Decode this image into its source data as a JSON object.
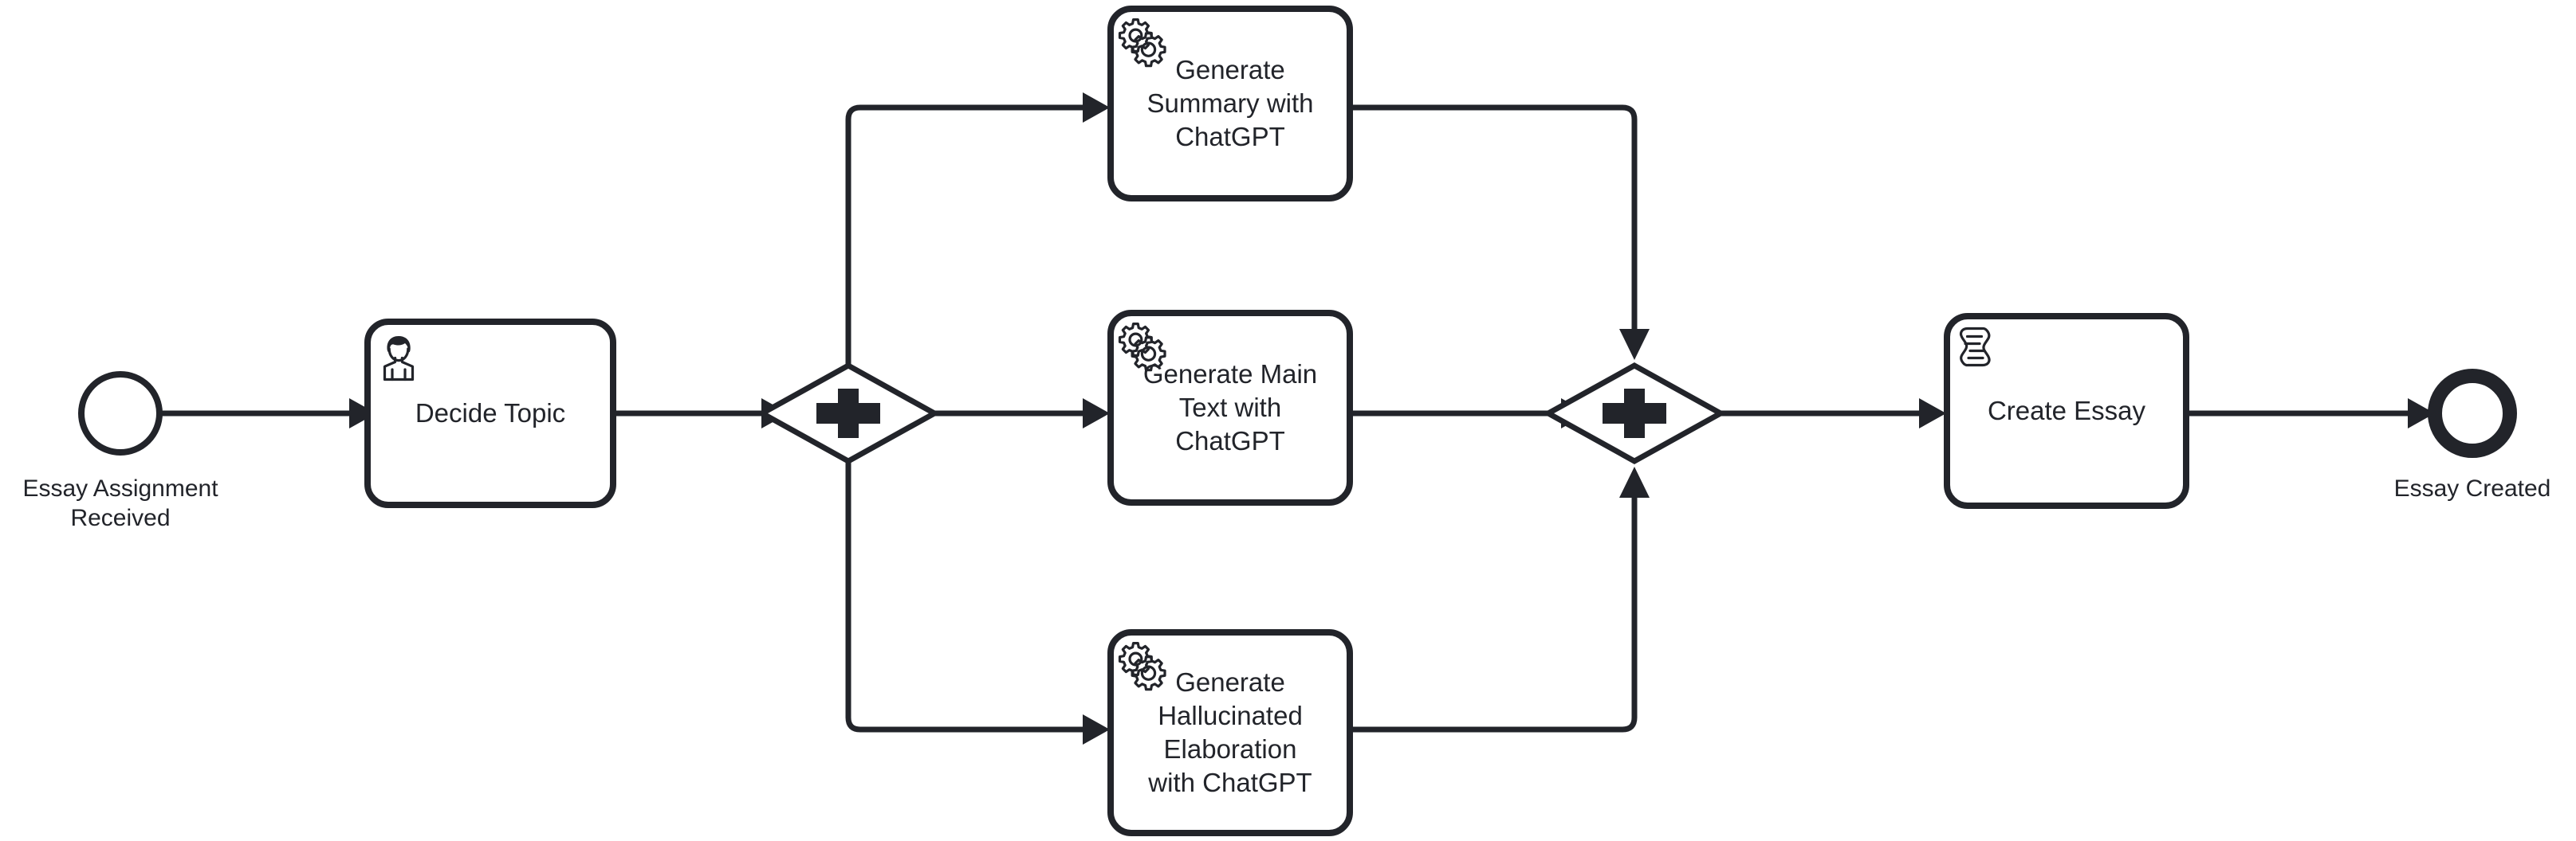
{
  "diagram": {
    "type": "bpmn-process",
    "title": "Essay Creation Process",
    "stroke_color": "#22242A",
    "fill_color": "#FFFFFF",
    "background": "#FFFFFF"
  },
  "events": [
    {
      "id": "start-event",
      "kind": "start-event",
      "label": "Essay Assignment\nReceived",
      "shape": "circle-thin"
    },
    {
      "id": "end-event",
      "kind": "end-event",
      "label": "Essay Created",
      "shape": "circle-thick"
    }
  ],
  "tasks": [
    {
      "id": "decide-topic",
      "label": "Decide Topic",
      "task_type": "user-task",
      "icon": "user-icon"
    },
    {
      "id": "generate-summary",
      "label": "Generate\nSummary with\nChatGPT",
      "task_type": "service-task",
      "icon": "gears-icon"
    },
    {
      "id": "generate-main-text",
      "label": "Generate Main\nText with\nChatGPT",
      "task_type": "service-task",
      "icon": "gears-icon"
    },
    {
      "id": "generate-hallucinated",
      "label": "Generate\nHallucinated\nElaboration\nwith ChatGPT",
      "task_type": "service-task",
      "icon": "gears-icon"
    },
    {
      "id": "create-essay",
      "label": "Create Essay",
      "task_type": "script-task",
      "icon": "script-icon"
    }
  ],
  "gateways": [
    {
      "id": "parallel-split",
      "kind": "parallel-gateway",
      "marker": "plus",
      "label": ""
    },
    {
      "id": "parallel-join",
      "kind": "parallel-gateway",
      "marker": "plus",
      "label": ""
    }
  ],
  "flows": [
    {
      "id": "flow-start-to-decide",
      "from": "start-event",
      "to": "decide-topic",
      "label": ""
    },
    {
      "id": "flow-decide-to-split",
      "from": "decide-topic",
      "to": "parallel-split",
      "label": ""
    },
    {
      "id": "flow-split-to-summary",
      "from": "parallel-split",
      "to": "generate-summary",
      "label": ""
    },
    {
      "id": "flow-split-to-main-text",
      "from": "parallel-split",
      "to": "generate-main-text",
      "label": ""
    },
    {
      "id": "flow-split-to-hallucinated",
      "from": "parallel-split",
      "to": "generate-hallucinated",
      "label": ""
    },
    {
      "id": "flow-summary-to-join",
      "from": "generate-summary",
      "to": "parallel-join",
      "label": ""
    },
    {
      "id": "flow-main-text-to-join",
      "from": "generate-main-text",
      "to": "parallel-join",
      "label": ""
    },
    {
      "id": "flow-hallucinated-to-join",
      "from": "generate-hallucinated",
      "to": "parallel-join",
      "label": ""
    },
    {
      "id": "flow-join-to-create",
      "from": "parallel-join",
      "to": "create-essay",
      "label": ""
    },
    {
      "id": "flow-create-to-end",
      "from": "create-essay",
      "to": "end-event",
      "label": ""
    }
  ]
}
